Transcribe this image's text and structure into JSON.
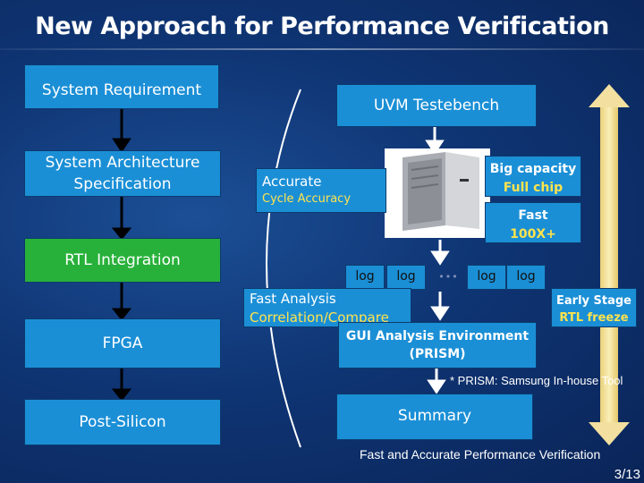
{
  "title": "New Approach for Performance Verification",
  "flow_steps": [
    "System Requirement",
    "System Architecture Specification",
    "RTL Integration",
    "FPGA",
    "Post-Silicon"
  ],
  "testbench": "UVM Testebench",
  "accurate": {
    "heading": "Accurate",
    "sub": "Cycle Accuracy"
  },
  "big_capacity": {
    "line1": "Big capacity",
    "line2": "Full chip"
  },
  "fast": {
    "line1": "Fast",
    "line2": "100X+"
  },
  "logs": [
    "log",
    "log",
    "log",
    "log"
  ],
  "log_ellipsis": "• • •",
  "fast_analysis": {
    "line1": "Fast Analysis",
    "line2": "Correlation/Compare"
  },
  "early_stage": {
    "line1": "Early Stage",
    "line2": "RTL freeze"
  },
  "gui": {
    "line1": "GUI Analysis Environment",
    "line2": "(PRISM)"
  },
  "prism_note": "* PRISM: Samsung In-house Tool",
  "summary": "Summary",
  "footer": "Fast and Accurate Performance Verification",
  "page": "3/13",
  "colors": {
    "box": "#1b8fd6",
    "green": "#28b13a",
    "highlight": "#ffe34d",
    "bar": "#f5e39a"
  }
}
